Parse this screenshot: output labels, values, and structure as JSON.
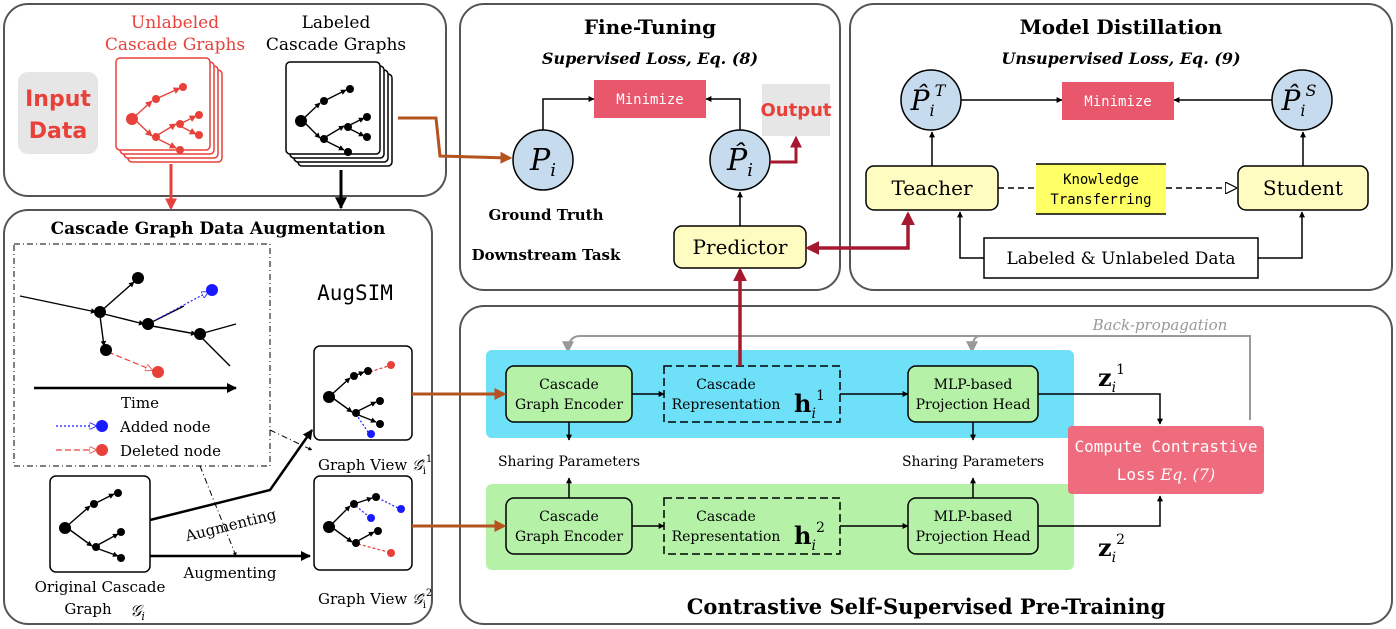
{
  "colors": {
    "accent_red": "#e8413a",
    "dark_red": "#a6192e",
    "brown_arrow": "#b5531f",
    "minimize_pink": "#e8576b",
    "compute_pink": "#ef6b7e",
    "cyan_band": "#6ee0f7",
    "green_band": "#b5f2a8",
    "node_blue": "#c6dcee",
    "yellow_box": "#fffcc2",
    "knowledge_yellow": "#ffff66",
    "gray_box": "#e6e6e6"
  },
  "input": {
    "unlabeled_line1": "Unlabeled",
    "unlabeled_line2": "Cascade Graphs",
    "labeled_line1": "Labeled",
    "labeled_line2": "Cascade Graphs",
    "input_line1": "Input",
    "input_line2": "Data"
  },
  "finetune": {
    "title": "Fine-Tuning",
    "subtitle": "Supervised Loss, Eq. (8)",
    "minimize": "Minimize",
    "output": "Output",
    "ground_truth": "Ground Truth",
    "downstream": "Downstream Task",
    "predictor": "Predictor"
  },
  "distill": {
    "title": "Model Distillation",
    "subtitle": "Unsupervised Loss, Eq. (9)",
    "minimize": "Minimize",
    "teacher": "Teacher",
    "student": "Student",
    "knowledge_line1": "Knowledge",
    "knowledge_line2": "Transferring",
    "data_label": "Labeled & Unlabeled Data"
  },
  "augment": {
    "title": "Cascade Graph Data Augmentation",
    "augsim": "AugSIM",
    "time": "Time",
    "added": "Added node",
    "deleted": "Deleted node",
    "augmenting": "Augmenting",
    "graph_view": "Graph View",
    "original_line1": "Original Cascade",
    "original_line2": "Graph"
  },
  "pretrain": {
    "title": "Contrastive Self-Supervised Pre-Training",
    "backprop": "Back-propagation",
    "encoder_line1": "Cascade",
    "encoder_line2": "Graph Encoder",
    "repr_line1": "Cascade",
    "repr_line2": "Representation",
    "mlp_line1": "MLP-based",
    "mlp_line2": "Projection Head",
    "sharing": "Sharing Parameters",
    "compute_line1": "Compute Contrastive",
    "compute_line2": "Loss",
    "compute_eq": "Eq. (7)"
  }
}
